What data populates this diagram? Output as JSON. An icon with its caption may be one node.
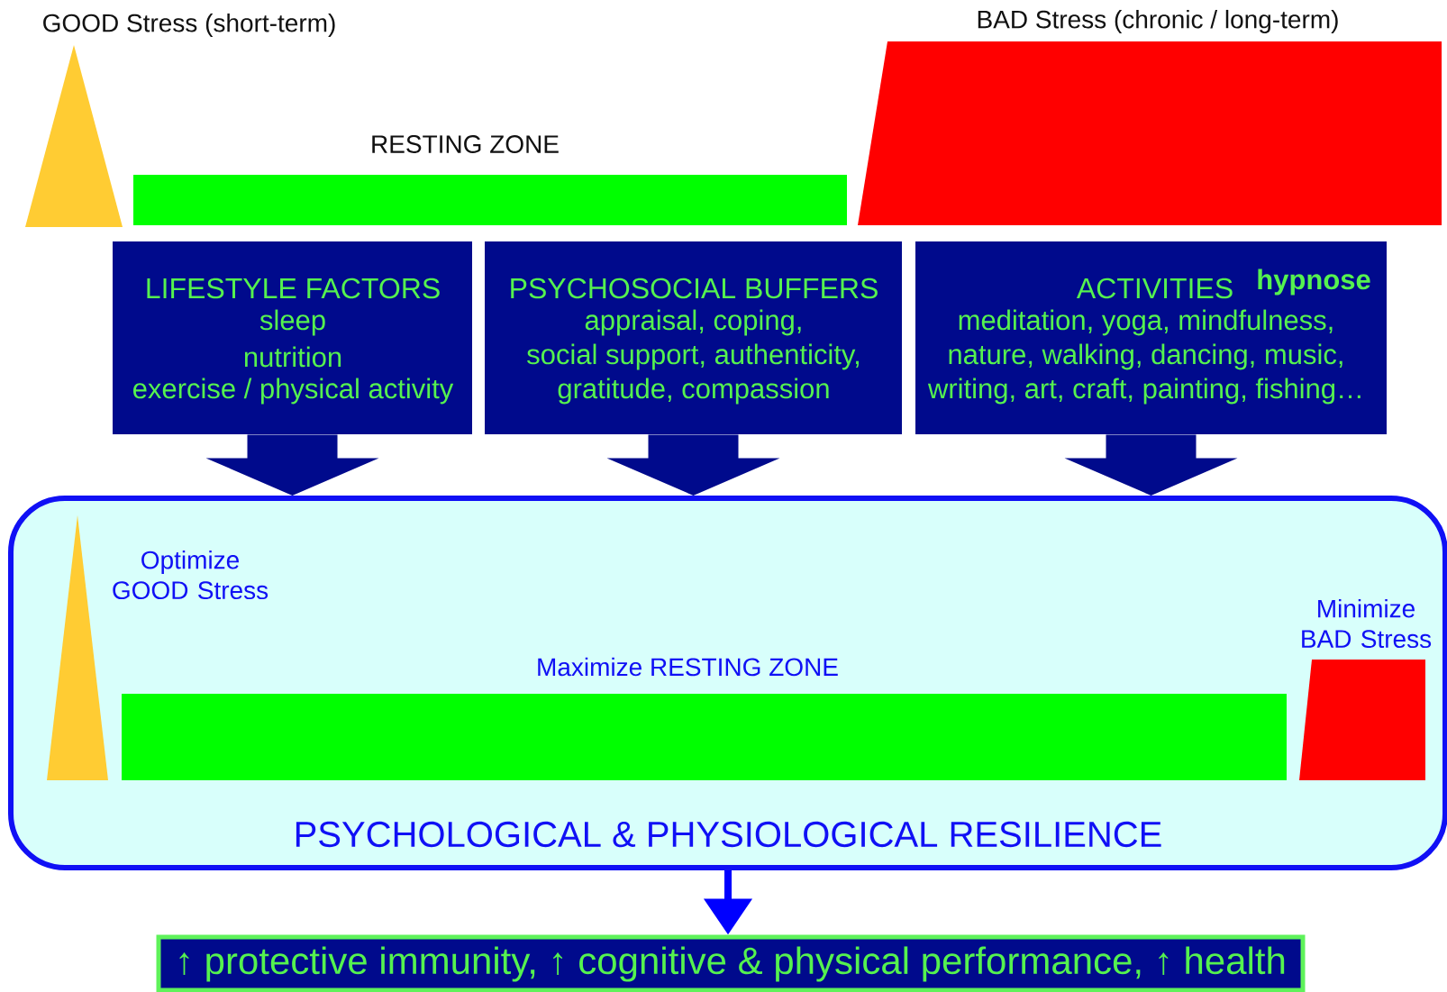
{
  "diagram": {
    "nodes": [
      {
        "text": [
          "GOOD Stress (short-term)"
        ]
      },
      {
        "text": [
          "RESTING ZONE"
        ]
      },
      {
        "text": [
          "BAD Stress (chronic / long-term)"
        ]
      },
      {
        "text": [
          "LIFESTYLE FACTORS",
          "sleep",
          "nutrition",
          "exercise / physical activity"
        ]
      },
      {
        "text": [
          "PSYCHOSOCIAL BUFFERS",
          "appraisal, coping,",
          "social support, authenticity,",
          "gratitude, compassion"
        ]
      },
      {
        "text": [
          "ACTIVITIES",
          "hypnose",
          "meditation, yoga, mindfulness,",
          "nature, walking, dancing, music,",
          "writing, art, craft, painting, fishing…"
        ]
      },
      {
        "text": [
          "PSYCHOLOGICAL & PHYSIOLOGICAL RESILIENCE"
        ]
      },
      {
        "text": [
          "Optimize GOOD Stress"
        ],
        "in": 6
      },
      {
        "text": [
          "Maximize RESTING ZONE"
        ],
        "in": 6
      },
      {
        "text": [
          "Minimize BAD Stress"
        ],
        "in": 6
      },
      {
        "text": [
          "↑ protective immunity, ↑ cognitive & physical performance, ↑ health"
        ]
      }
    ],
    "edges": [
      {
        "from": 3,
        "to": 6,
        "arrow": "to",
        "style": "thick"
      },
      {
        "from": 4,
        "to": 6,
        "arrow": "to",
        "style": "thick"
      },
      {
        "from": 5,
        "to": 6,
        "arrow": "to",
        "style": "thick"
      },
      {
        "from": 6,
        "to": 10,
        "arrow": "to",
        "color": "#0000ff"
      }
    ]
  }
}
